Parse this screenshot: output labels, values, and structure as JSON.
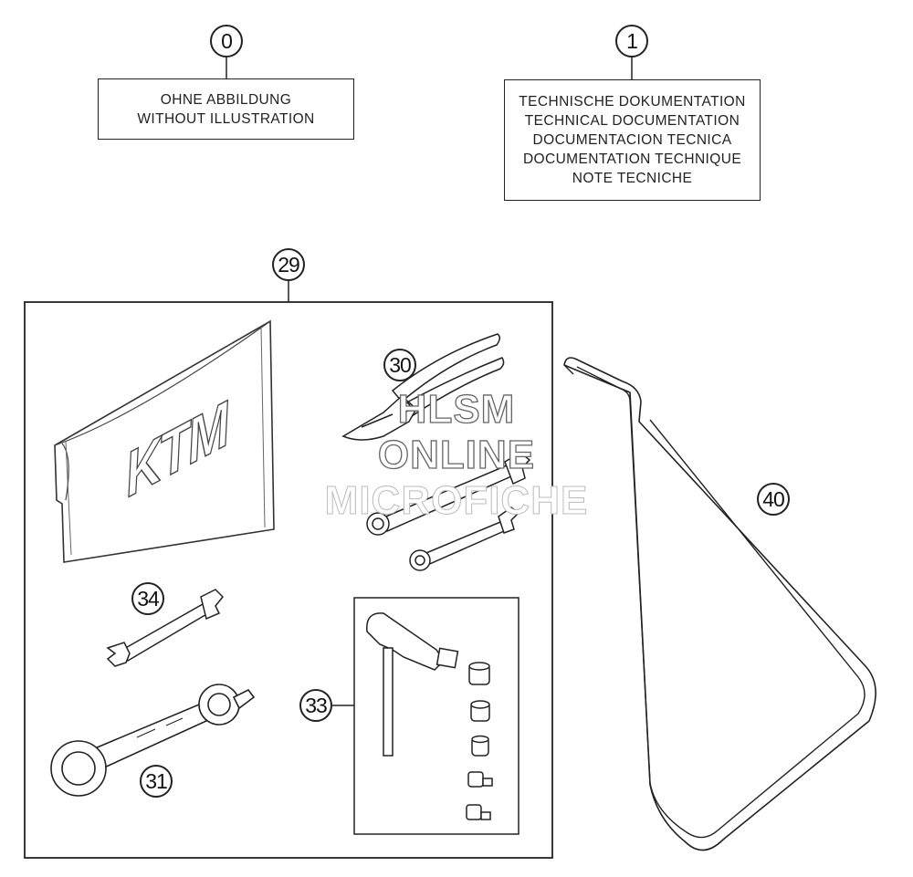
{
  "callouts": {
    "c0": "0",
    "c1": "1",
    "c29": "29",
    "c30": "30",
    "c31": "31",
    "c33": "33",
    "c34": "34",
    "c40": "40"
  },
  "box0": {
    "line1": "OHNE ABBILDUNG",
    "line2": "WITHOUT ILLUSTRATION"
  },
  "box1": {
    "line1": "TECHNISCHE DOKUMENTATION",
    "line2": "TECHNICAL DOCUMENTATION",
    "line3": "DOCUMENTACION TECNICA",
    "line4": "DOCUMENTATION TECHNIQUE",
    "line5": "NOTE TECNICHE"
  },
  "logo_text": "KTM",
  "watermark": {
    "line1": "HLSM",
    "line2": "ONLINE",
    "line3": "MICROFICHE"
  },
  "icons": {
    "tool_bag": "tool-bag-icon",
    "pliers": "pliers-icon",
    "combination_wrench": "combination-wrench-icon",
    "open_wrench": "open-end-wrench-icon",
    "t_handle": "t-handle-hex-key-icon",
    "sockets": "socket-bit-icon",
    "side_stand": "side-stand-icon"
  }
}
